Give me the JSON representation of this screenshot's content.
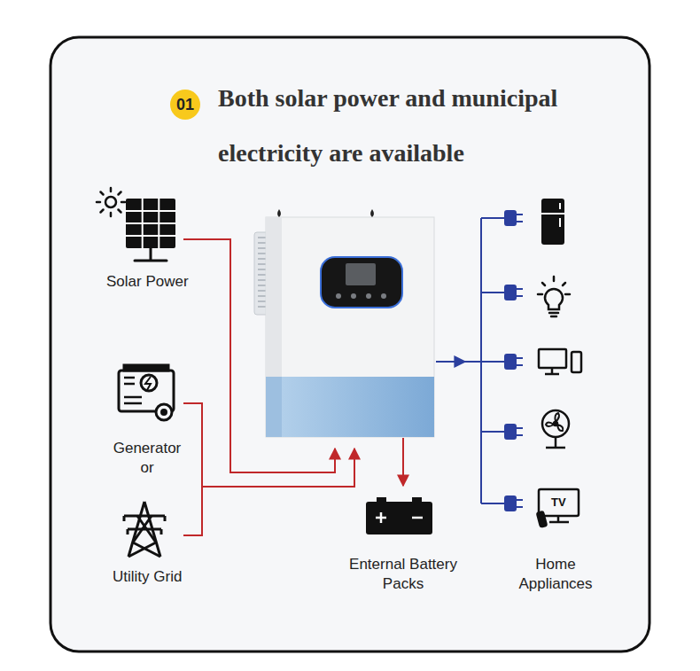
{
  "diagram": {
    "title": "Both solar power and municipal electricity are available",
    "nodes": [
      {
        "text": [
          "Solar Power"
        ]
      },
      {
        "text": [
          "Generator or"
        ]
      },
      {
        "text": [
          "Utility Grid"
        ]
      },
      {
        "text": [
          "Enternal Battery Packs"
        ]
      },
      {
        "text": [
          "Home Appliances"
        ]
      }
    ],
    "labels": [
      "01",
      "TV"
    ]
  }
}
